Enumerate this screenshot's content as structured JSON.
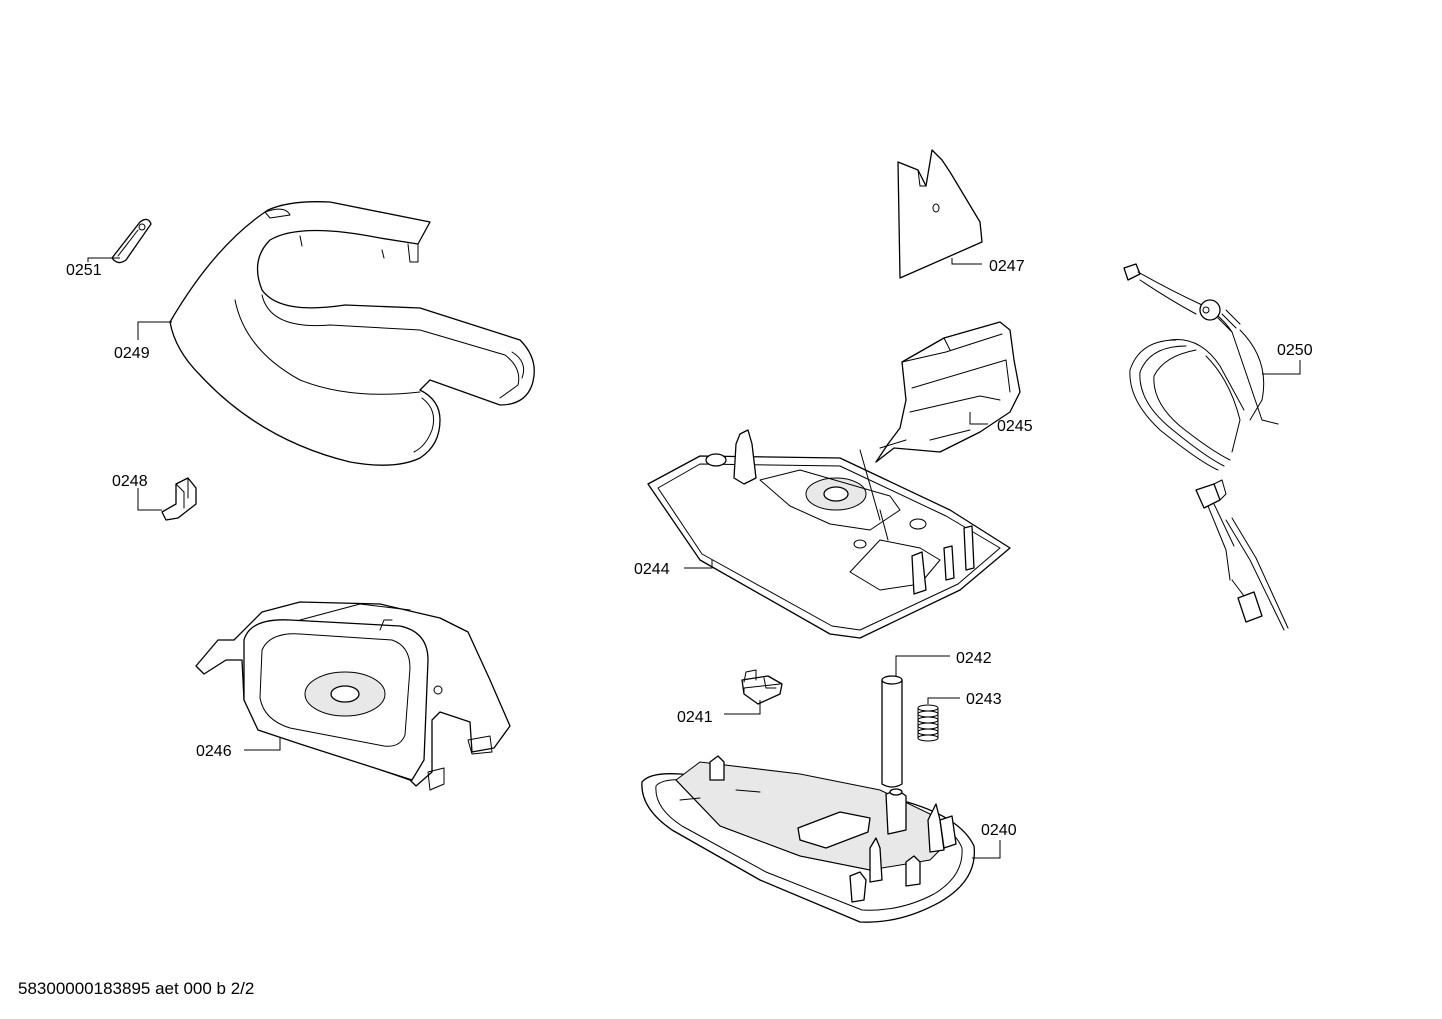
{
  "labels": {
    "p0240": "0240",
    "p0241": "0241",
    "p0242": "0242",
    "p0243": "0243",
    "p0244": "0244",
    "p0245": "0245",
    "p0246": "0246",
    "p0247": "0247",
    "p0248": "0248",
    "p0249": "0249",
    "p0250": "0250",
    "p0251": "0251"
  },
  "footer": {
    "text": "58300000183895 aet 000 b 2/2"
  }
}
